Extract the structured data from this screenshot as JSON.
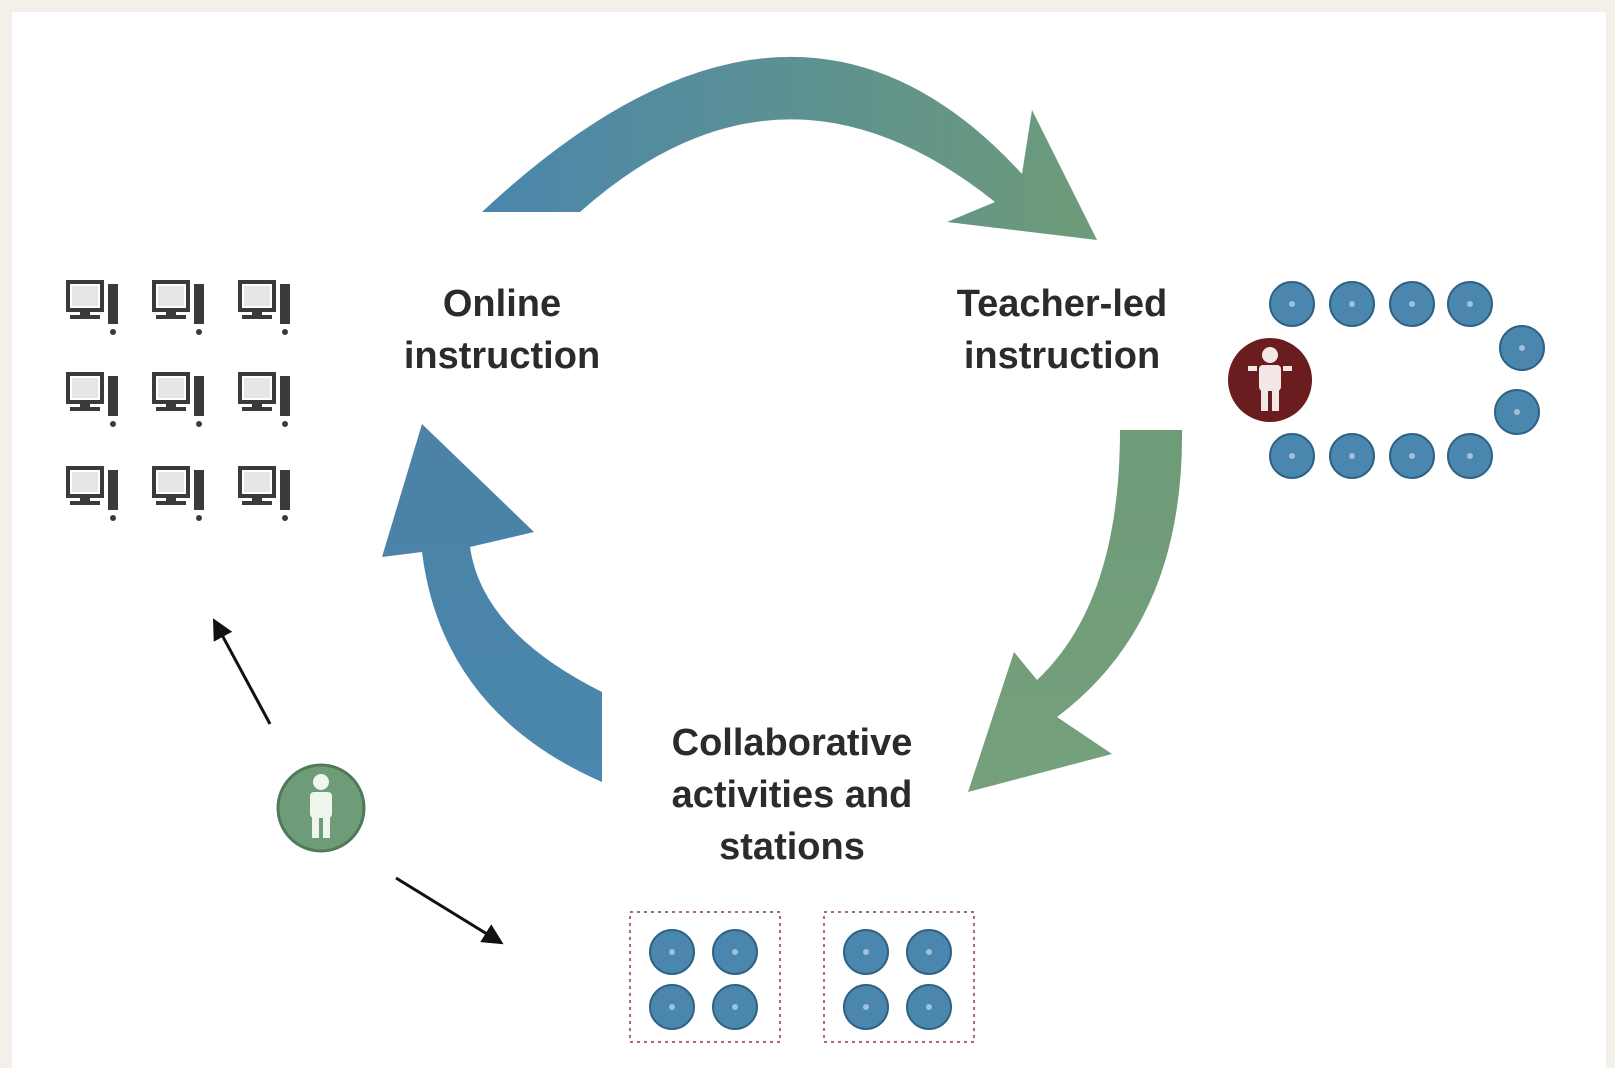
{
  "stations": {
    "online": {
      "line1": "Online",
      "line2": "instruction"
    },
    "teacher": {
      "line1": "Teacher-led",
      "line2": "instruction"
    },
    "collab": {
      "line1": "Collaborative",
      "line2": "activities and",
      "line3": "stations"
    }
  },
  "colors": {
    "blue": "#4a86ad",
    "green": "#6e9b78",
    "student_dot": "#4a86ad",
    "teacher": "#6b1c1f",
    "rotating_student": "#6e9b78",
    "computer": "#3a3a3a",
    "text": "#2b2b2b"
  },
  "icons": {
    "computers": "computer-station-icon",
    "teacher": "teacher-person-icon",
    "student": "student-person-icon",
    "group": "student-group-icon"
  }
}
